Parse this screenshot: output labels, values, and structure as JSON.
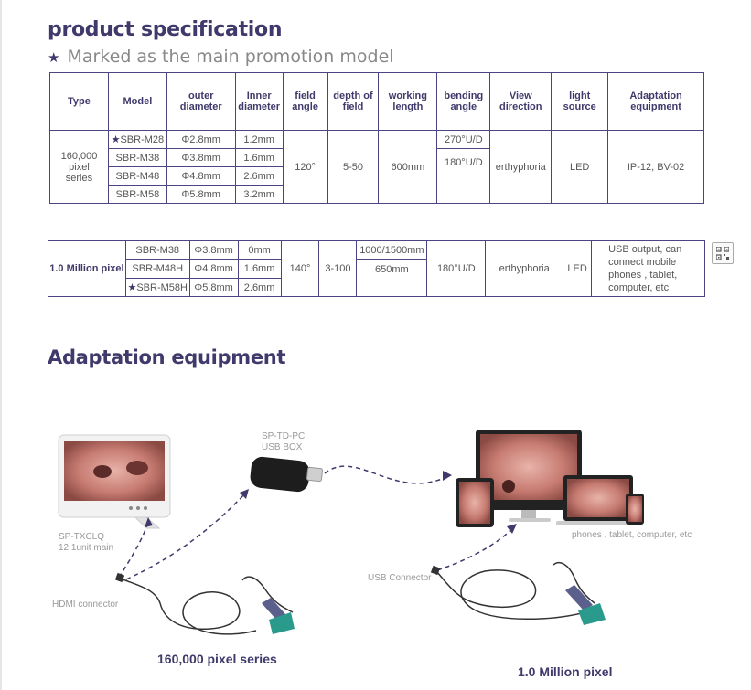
{
  "spec": {
    "title": "product specification",
    "subtitle": "Marked as the main promotion model",
    "table1": {
      "headers": [
        "Type",
        "Model",
        "outer diameter",
        "Inner diameter",
        "field angle",
        "depth of field",
        "working length",
        "bending angle",
        "View direction",
        "light source",
        "Adaptation equipment"
      ],
      "type": "160,000 pixel series",
      "models": [
        {
          "model": "SBR-M28",
          "outer": "Φ2.8mm",
          "inner": "1.2mm"
        },
        {
          "model": "SBR-M38",
          "outer": "Φ3.8mm",
          "inner": "1.6mm"
        },
        {
          "model": "SBR-M48",
          "outer": "Φ4.8mm",
          "inner": "2.6mm"
        },
        {
          "model": "SBR-M58",
          "outer": "Φ5.8mm",
          "inner": "3.2mm"
        }
      ],
      "field_angle": "120°",
      "depth": "5-50",
      "length": "600mm",
      "bending_top": "270°U/D",
      "bending_bottom": "180°U/D",
      "view": "erthyphoria",
      "light": "LED",
      "equipment": "IP-12, BV-02"
    },
    "table2": {
      "type": "1.0 Million pixel",
      "models": [
        {
          "model": "SBR-M38",
          "outer": "Φ3.8mm",
          "inner": "0mm"
        },
        {
          "model": "SBR-M48H",
          "outer": "Φ4.8mm",
          "inner": "1.6mm"
        },
        {
          "model": "SBR-M58H",
          "outer": "Φ5.8mm",
          "inner": "2.6mm"
        }
      ],
      "field_angle": "140°",
      "depth": "3-100",
      "length_top": "1000/1500mm",
      "length_bottom": "650mm",
      "bending": "180°U/D",
      "view": "erthyphoria",
      "light": "LED",
      "equipment": "USB output, can connect mobile phones , tablet, computer, etc"
    }
  },
  "adaptation": {
    "title": "Adaptation equipment",
    "monitor_label_1": "SP-TXCLQ",
    "monitor_label_2": "12.1unit main",
    "usb_box_1": "SP-TD-PC",
    "usb_box_2": "USB BOX",
    "hdmi": "HDMI connector",
    "usb_connector": "USB Connector",
    "devices": "phones , tablet, computer, etc",
    "caption_left": "160,000 pixel series",
    "caption_right": "1.0 Million pixel"
  },
  "colors": {
    "accent": "#3f3a6b",
    "teal": "#2a9a8c",
    "handle": "#5a5f8c"
  }
}
